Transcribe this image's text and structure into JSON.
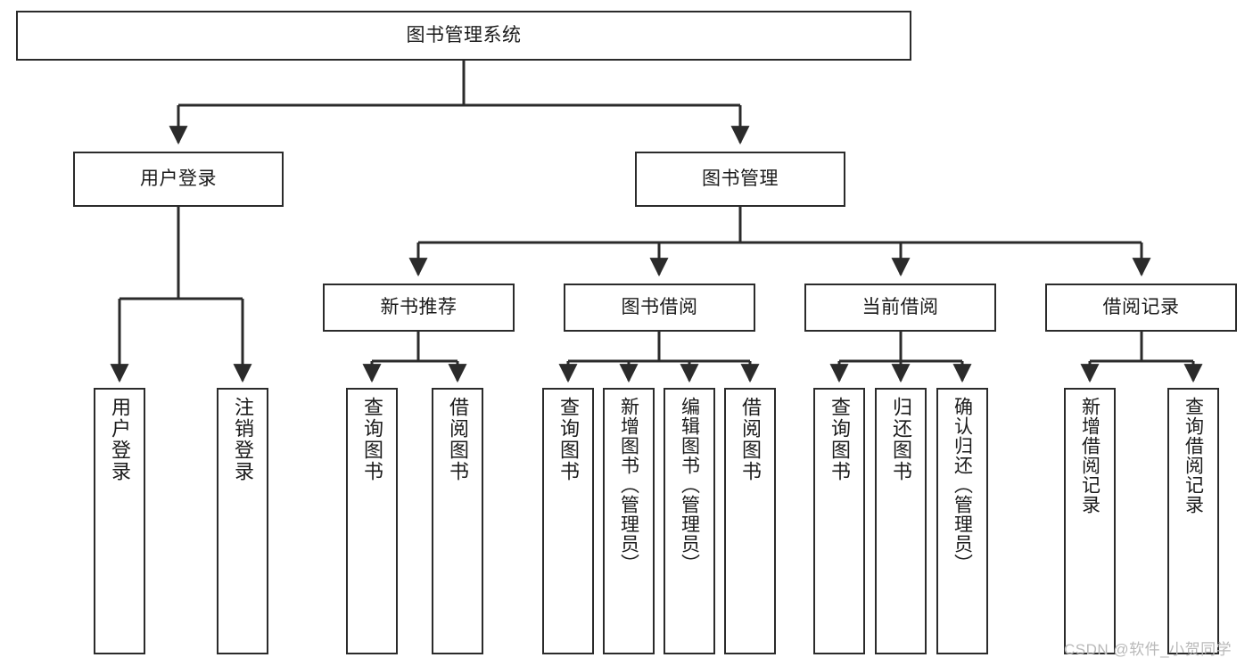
{
  "diagram": {
    "type": "tree-hierarchy",
    "title": "图书管理系统",
    "orientation": "top-down",
    "colors": {
      "box_border": "#2b2b2b",
      "box_fill": "#ffffff",
      "edge": "#2b2b2b",
      "text": "#1b1b1b",
      "watermark": "#b9b9b9"
    },
    "nodes": {
      "root": {
        "label": "图书管理系统",
        "level": 0
      },
      "level1": [
        {
          "id": "user-login",
          "label": "用户登录"
        },
        {
          "id": "book-manage",
          "label": "图书管理"
        }
      ],
      "level2": [
        {
          "id": "new-book-recommend",
          "label": "新书推荐",
          "parent": "book-manage"
        },
        {
          "id": "book-borrow",
          "label": "图书借阅",
          "parent": "book-manage"
        },
        {
          "id": "current-borrow",
          "label": "当前借阅",
          "parent": "book-manage"
        },
        {
          "id": "borrow-record",
          "label": "借阅记录",
          "parent": "book-manage"
        }
      ],
      "leaves": [
        {
          "id": "leaf-user-login",
          "label": "用户登录",
          "parent": "user-login"
        },
        {
          "id": "leaf-user-logout",
          "label": "注销登录",
          "parent": "user-login"
        },
        {
          "id": "leaf-query-book-1",
          "label": "查询图书",
          "parent": "new-book-recommend"
        },
        {
          "id": "leaf-borrow-book-1",
          "label": "借阅图书",
          "parent": "new-book-recommend"
        },
        {
          "id": "leaf-query-book-2",
          "label": "查询图书",
          "parent": "book-borrow"
        },
        {
          "id": "leaf-add-book",
          "label": "新增图书（管理员）",
          "parent": "book-borrow"
        },
        {
          "id": "leaf-edit-book",
          "label": "编辑图书（管理员）",
          "parent": "book-borrow"
        },
        {
          "id": "leaf-borrow-book-2",
          "label": "借阅图书",
          "parent": "book-borrow"
        },
        {
          "id": "leaf-query-book-3",
          "label": "查询图书",
          "parent": "current-borrow"
        },
        {
          "id": "leaf-return-book",
          "label": "归还图书",
          "parent": "current-borrow"
        },
        {
          "id": "leaf-confirm-return",
          "label": "确认归还（管理员）",
          "parent": "current-borrow"
        },
        {
          "id": "leaf-add-record",
          "label": "新增借阅记录",
          "parent": "borrow-record"
        },
        {
          "id": "leaf-query-record",
          "label": "查询借阅记录",
          "parent": "borrow-record"
        }
      ]
    }
  },
  "watermark": {
    "text": "CSDN @软件_小贺同学"
  }
}
